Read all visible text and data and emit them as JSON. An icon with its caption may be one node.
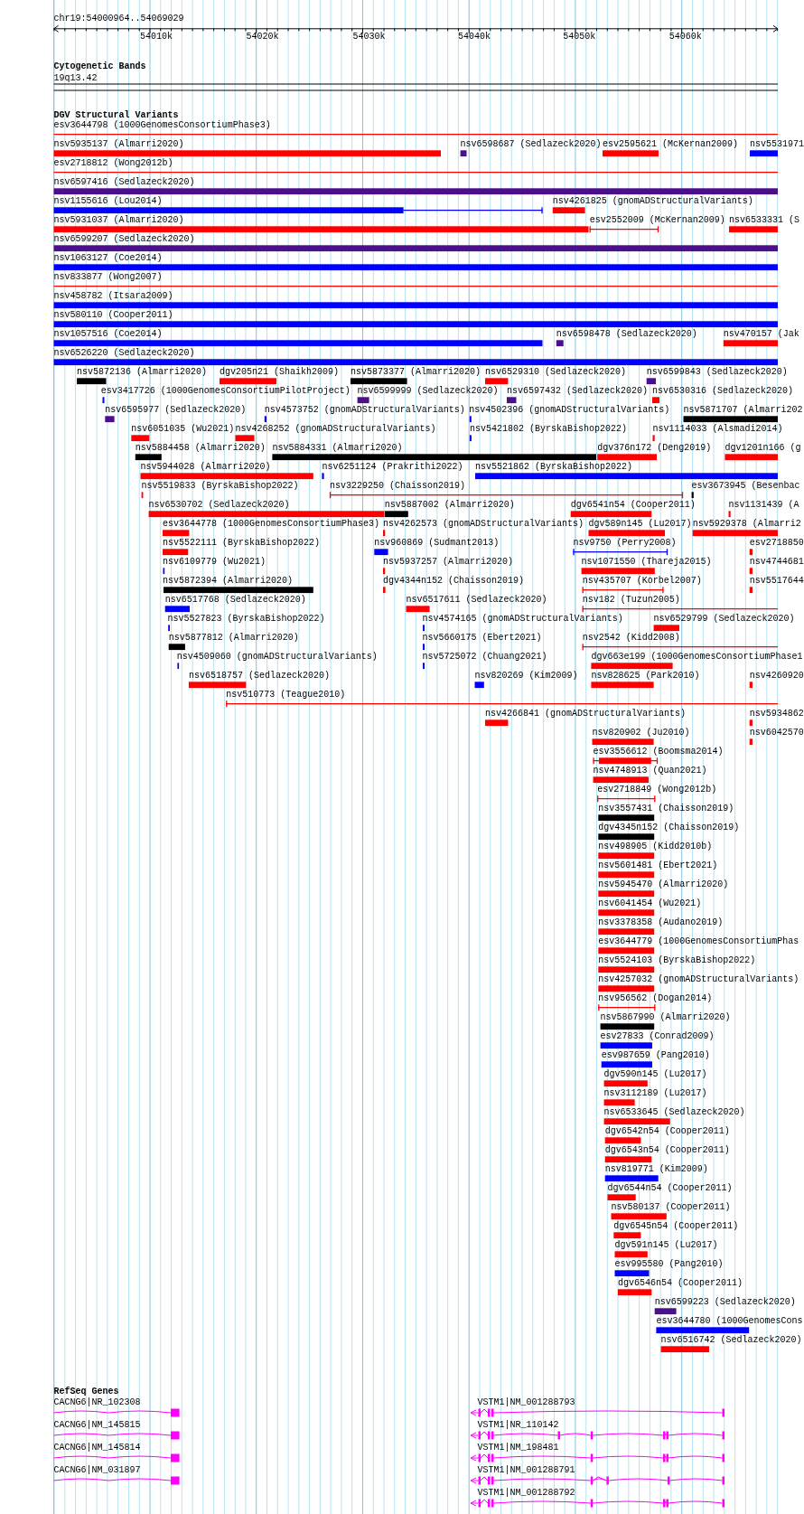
{
  "diagram": {
    "labels": [
      "chr19:54000964..54069029",
      "54010k",
      "54020k",
      "54030k",
      "54040k",
      "54050k",
      "54060k",
      "Cytogenetic Bands",
      "19q13.42",
      "DGV Structural Variants",
      "esv3644798 (1000GenomesConsortiumPhase3)",
      "nsv5935137 (Almarri2020)",
      "nsv6598687 (Sedlazeck2020)",
      "esv2595621 (McKernan2009)",
      "nsv5531971",
      "esv2718812 (Wong2012b)",
      "nsv6597416 (Sedlazeck2020)",
      "nsv1155616 (Lou2014)",
      "nsv4261825 (gnomADStructuralVariants)",
      "nsv5931037 (Almarri2020)",
      "esv2552009 (McKernan2009)",
      "nsv6533331 (S",
      "nsv6599207 (Sedlazeck2020)",
      "nsv1063127 (Coe2014)",
      "nsv833877 (Wong2007)",
      "nsv458782 (Itsara2009)",
      "nsv580110 (Cooper2011)",
      "nsv1057516 (Coe2014)",
      "nsv6598478 (Sedlazeck2020)",
      "nsv470157 (Jak",
      "nsv6526220 (Sedlazeck2020)",
      "nsv5872136 (Almarri2020)",
      "dgv205n21 (Shaikh2009)",
      "nsv5873377 (Almarri2020)",
      "nsv6529310 (Sedlazeck2020)",
      "nsv6599843 (Sedlazeck2020)",
      "esv3417726 (1000GenomesConsortiumPilotProject)",
      "nsv6599999 (Sedlazeck2020)",
      "nsv6597432 (Sedlazeck2020)",
      "nsv6530316 (Sedlazeck2020)",
      "nsv6595977 (Sedlazeck2020)",
      "nsv4573752 (gnomADStructuralVariants)",
      "nsv4502396 (gnomADStructuralVariants)",
      "nsv5871707 (Almarri202",
      "nsv6051035 (Wu2021)",
      "nsv4268252 (gnomADStructuralVariants)",
      "nsv5421802 (ByrskaBishop2022)",
      "nsv1114033 (Alsmadi2014)",
      "nsv5884458 (Almarri2020)",
      "nsv5884331 (Almarri2020)",
      "dgv376n172 (Deng2019)",
      "dgv1201n166 (g",
      "nsv5944028 (Almarri2020)",
      "nsv6251124 (Prakrithi2022)",
      "nsv5521862 (ByrskaBishop2022)",
      "nsv5519833 (ByrskaBishop2022)",
      "nsv3229250 (Chaisson2019)",
      "esv3673945 (Besenbac",
      "nsv6530702 (Sedlazeck2020)",
      "nsv5887002 (Almarri2020)",
      "dgv6541n54 (Cooper2011)",
      "nsv1131439 (A",
      "esv3644778 (1000GenomesConsortiumPhase3)",
      "nsv4262573 (gnomADStructuralVariants)",
      "dgv589n145 (Lu2017)",
      "nsv5929378 (Almarri2",
      "nsv5522111 (ByrskaBishop2022)",
      "nsv960869 (Sudmant2013)",
      "nsv9750 (Perry2008)",
      "esv2718850",
      "nsv6109779 (Wu2021)",
      "nsv5937257 (Almarri2020)",
      "nsv1071550 (Thareja2015)",
      "nsv4744681",
      "nsv5872394 (Almarri2020)",
      "dgv4344n152 (Chaisson2019)",
      "nsv435707 (Korbel2007)",
      "nsv5517644",
      "nsv6517768 (Sedlazeck2020)",
      "nsv6517611 (Sedlazeck2020)",
      "nsv182 (Tuzun2005)",
      "nsv5527823 (ByrskaBishop2022)",
      "nsv4574165 (gnomADStructuralVariants)",
      "nsv6529799 (Sedlazeck2020)",
      "nsv5877812 (Almarri2020)",
      "nsv5660175 (Ebert2021)",
      "nsv2542 (Kidd2008)",
      "nsv4509060 (gnomADStructuralVariants)",
      "nsv5725072 (Chuang2021)",
      "dgv663e199 (1000GenomesConsortiumPhase1",
      "nsv6518757 (Sedlazeck2020)",
      "nsv820269 (Kim2009)",
      "nsv828625 (Park2010)",
      "nsv4260920",
      "nsv510773 (Teague2010)",
      "nsv4266841 (gnomADStructuralVariants)",
      "nsv5934862",
      "nsv820902 (Ju2010)",
      "nsv6042570",
      "esv3556612 (Boomsma2014)",
      "nsv4748913 (Quan2021)",
      "esv2718849 (Wong2012b)",
      "nsv3557431 (Chaisson2019)",
      "dgv4345n152 (Chaisson2019)",
      "nsv498905 (Kidd2010b)",
      "nsv5601481 (Ebert2021)",
      "nsv5945470 (Almarri2020)",
      "nsv6041454 (Wu2021)",
      "nsv3378358 (Audano2019)",
      "esv3644779 (1000GenomesConsortiumPhas",
      "nsv5524103 (ByrskaBishop2022)",
      "nsv4257032 (gnomADStructuralVariants)",
      "nsv956562 (Dogan2014)",
      "nsv5867990 (Almarri2020)",
      "esv27833 (Conrad2009)",
      "esv987659 (Pang2010)",
      "dgv590n145 (Lu2017)",
      "nsv3112189 (Lu2017)",
      "nsv6533645 (Sedlazeck2020)",
      "dgv6542n54 (Cooper2011)",
      "dgv6543n54 (Cooper2011)",
      "nsv819771 (Kim2009)",
      "dgv6544n54 (Cooper2011)",
      "nsv580137 (Cooper2011)",
      "dgv6545n54 (Cooper2011)",
      "dgv591n145 (Lu2017)",
      "esv995580 (Pang2010)",
      "dgv6546n54 (Cooper2011)",
      "nsv6599223 (Sedlazeck2020)",
      "esv3644780 (1000GenomesCons",
      "nsv6516742 (Sedlazeck2020)",
      "RefSeq Genes",
      "CACNG6|NR_102308",
      "VSTM1|NM_001288793",
      "CACNG6|NM_145815",
      "VSTM1|NR_110142",
      "CACNG6|NM_145814",
      "VSTM1|NM_198481",
      "CACNG6|NM_031897",
      "VSTM1|NM_001288791",
      "VSTM1|NM_001288792"
    ]
  }
}
